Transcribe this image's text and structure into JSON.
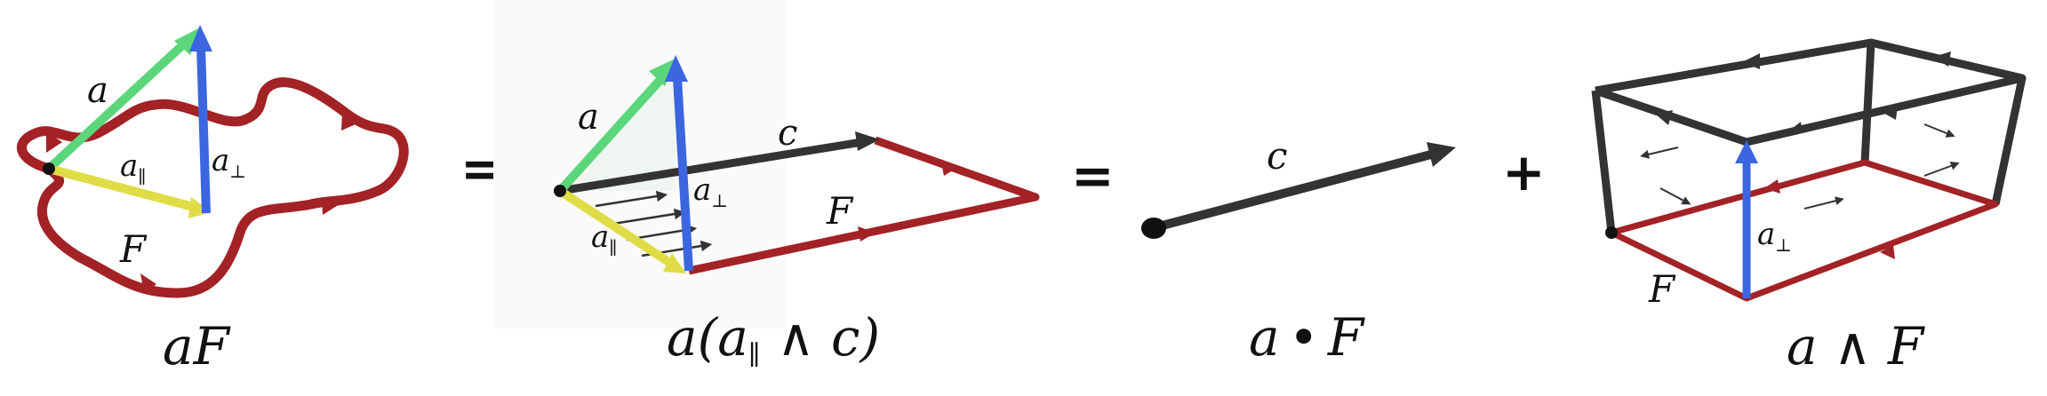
{
  "colors": {
    "loop_red": "#a32226",
    "vector_green": "#5bd67a",
    "vector_blue": "#3b66e0",
    "vector_yellow": "#e0dc46",
    "vector_dark": "#333333",
    "background": "#ffffff"
  },
  "operators": {
    "eq1": "=",
    "eq2": "=",
    "plus": "+"
  },
  "panel1": {
    "label_a": "a",
    "label_a_par": "a",
    "label_a_par_sub": "∥",
    "label_a_perp": "a",
    "label_a_perp_sub": "⊥",
    "label_F": "F",
    "caption": "aF"
  },
  "panel2": {
    "label_a": "a",
    "label_c": "c",
    "label_a_perp": "a",
    "label_a_perp_sub": "⊥",
    "label_a_par": "a",
    "label_a_par_sub": "∥",
    "label_F": "F",
    "caption_pre": "a(a",
    "caption_sub": "∥",
    "caption_post": " ∧ c)"
  },
  "panel3": {
    "label_c": "c",
    "caption_a": "a",
    "caption_dot": "•",
    "caption_F": "F"
  },
  "panel4": {
    "label_a_perp": "a",
    "label_a_perp_sub": "⊥",
    "label_F": "F",
    "caption": "a ∧ F"
  }
}
